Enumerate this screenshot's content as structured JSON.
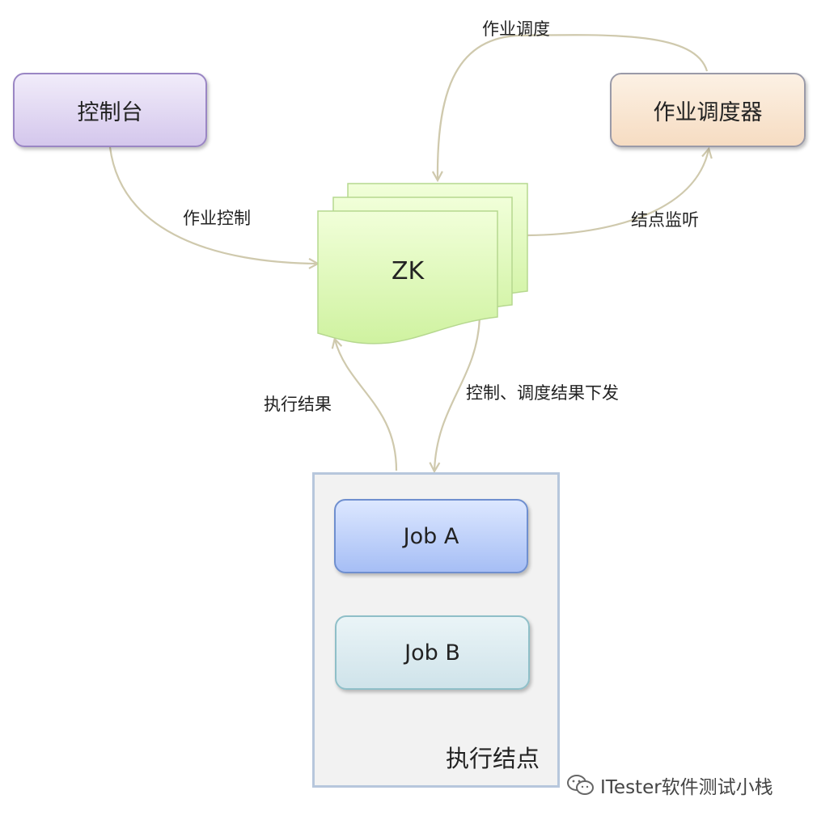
{
  "nodes": {
    "console": "控制台",
    "scheduler": "作业调度器",
    "zk": "ZK",
    "job_a": "Job A",
    "job_b": "Job B",
    "exec_node": "执行结点"
  },
  "edges": {
    "job_schedule": "作业调度",
    "job_control": "作业控制",
    "node_watch": "结点监听",
    "exec_result": "执行结果",
    "dispatch": "控制、调度结果下发"
  },
  "watermark": {
    "text": "ITester软件测试小栈",
    "icon": "wechat-icon"
  },
  "colors": {
    "console_fill": "#d4c7ec",
    "scheduler_fill": "#f6dcc2",
    "zk_fill": "#dff7b9",
    "job_a_fill": "#a6bef5",
    "job_b_fill": "#cfe3ea",
    "container_fill": "#f2f2f2",
    "arrow": "#cfc9ad"
  }
}
